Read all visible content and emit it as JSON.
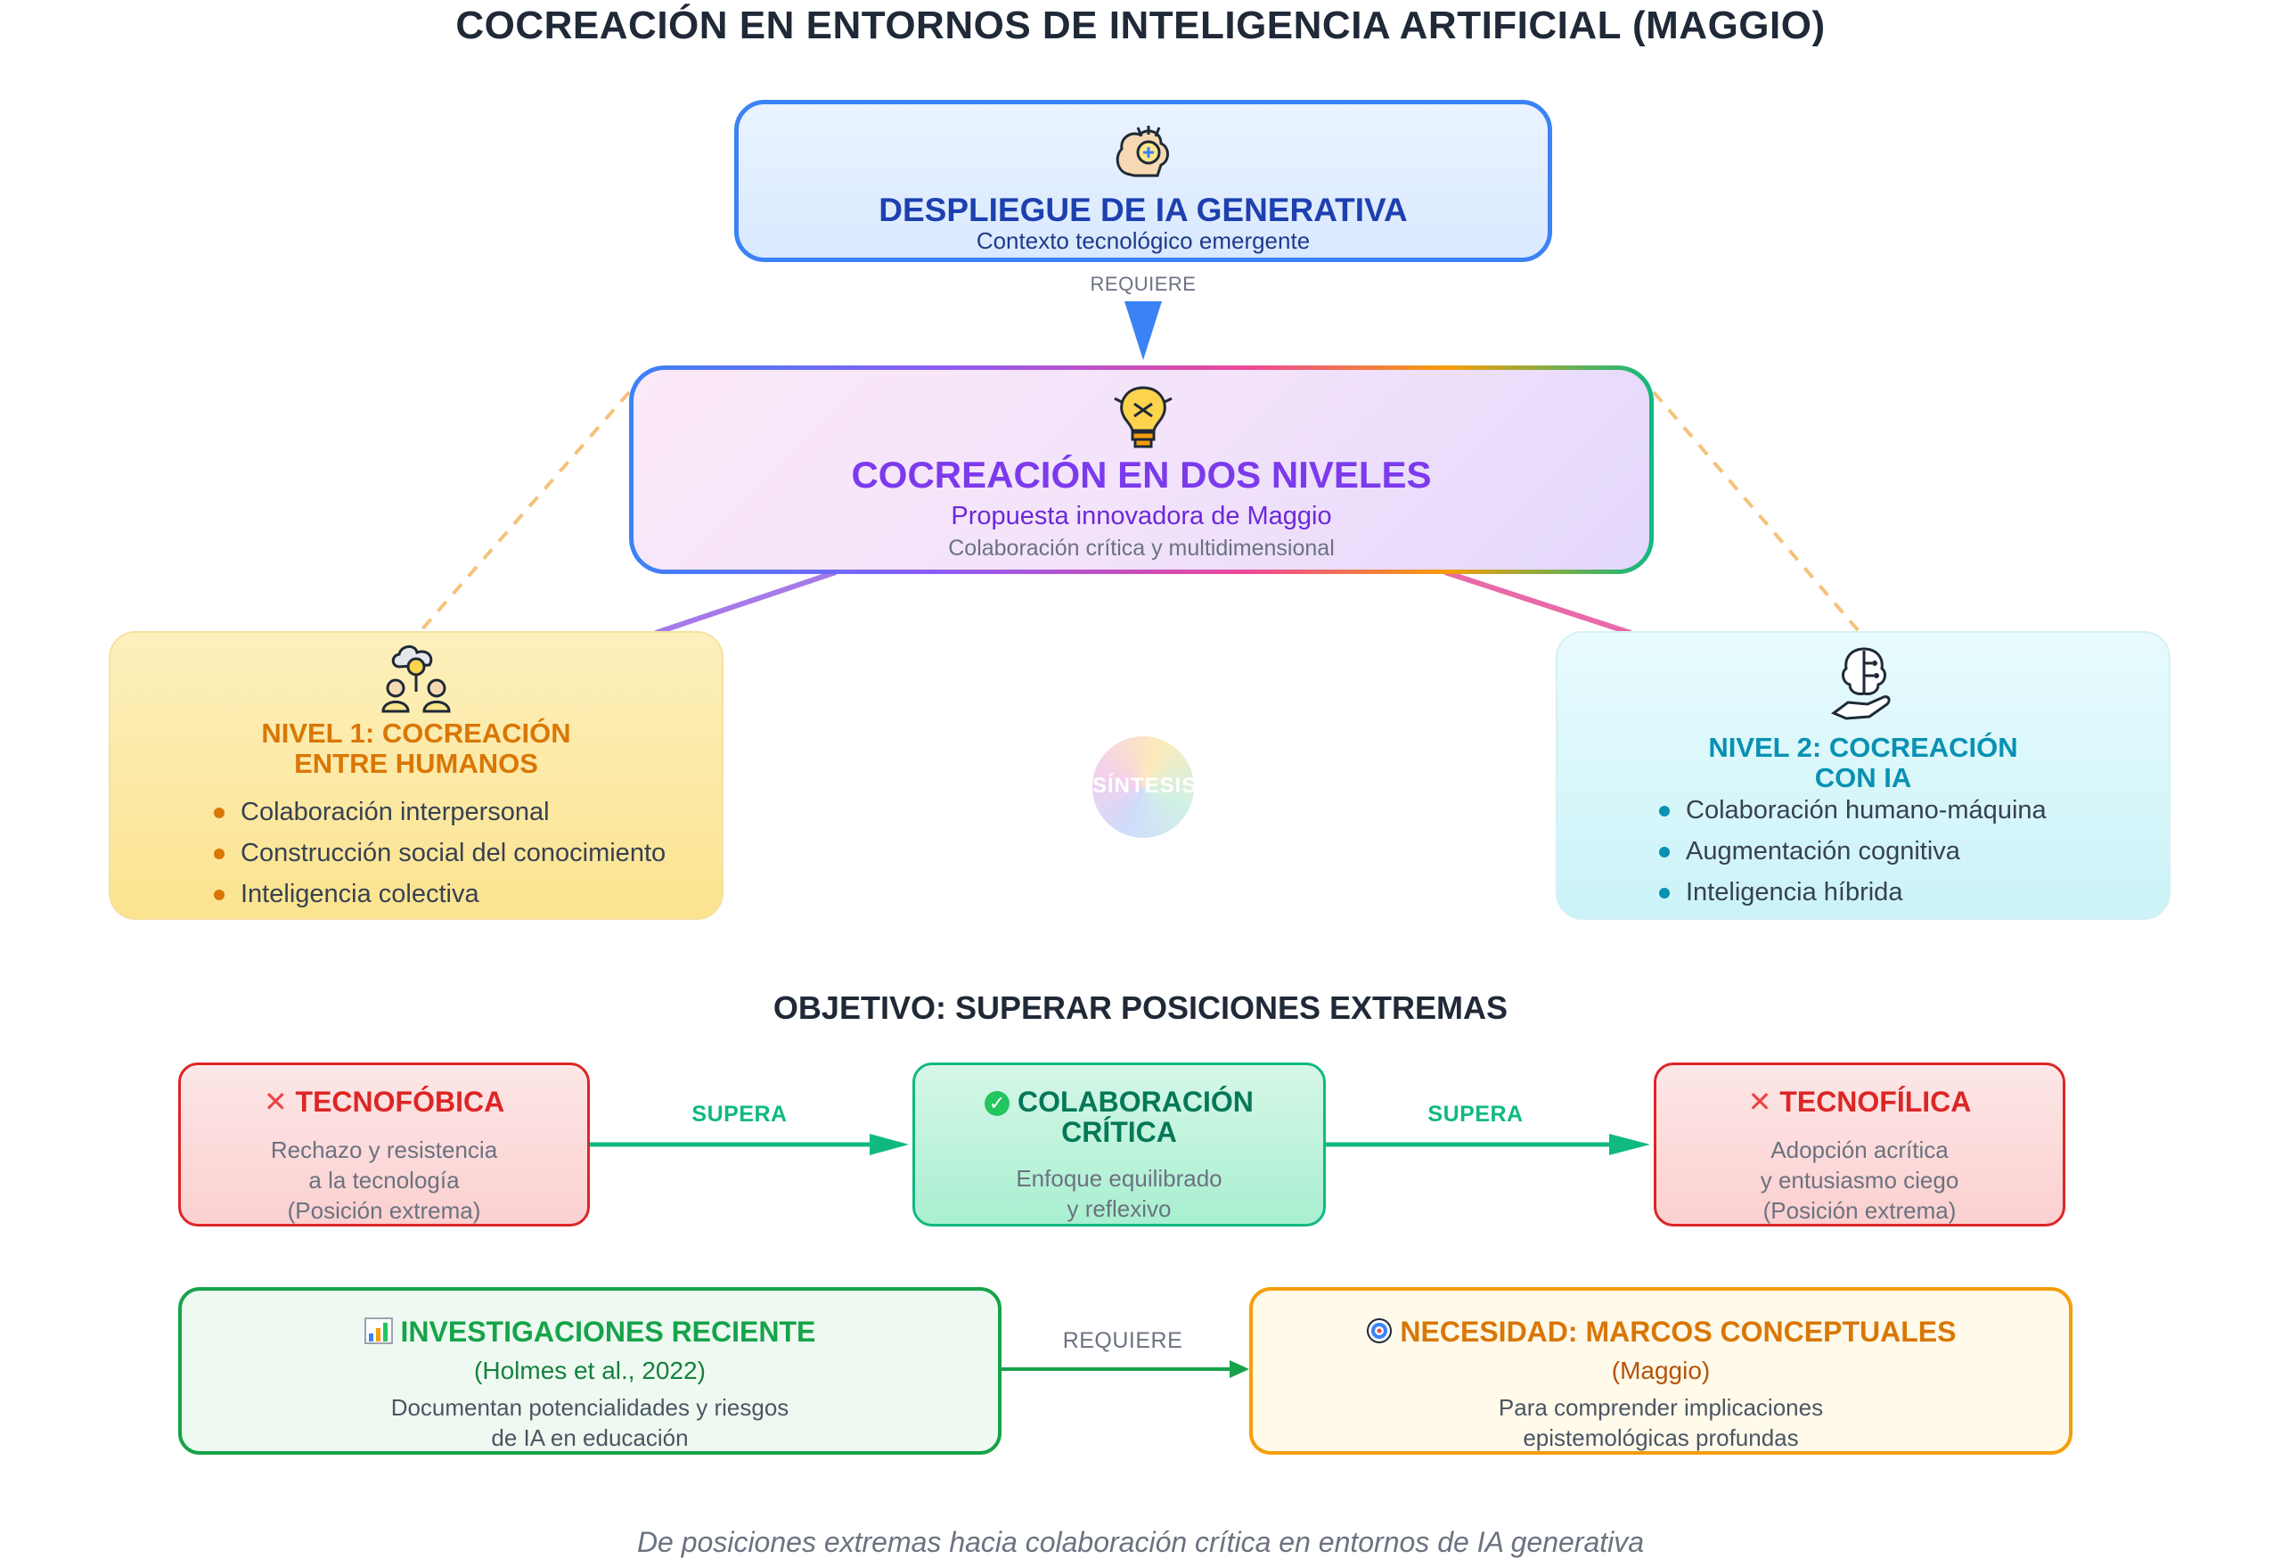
{
  "title": "COCREACIÓN EN ENTORNOS DE INTELIGENCIA ARTIFICIAL (MAGGIO)",
  "deploy": {
    "title": "DESPLIEGUE DE IA GENERATIVA",
    "subtitle": "Contexto tecnológico emergente",
    "icon": "brain-circuit-icon"
  },
  "edge_requiere_top": "REQUIERE",
  "core": {
    "title": "COCREACIÓN EN DOS NIVELES",
    "subtitle": "Propuesta innovadora de Maggio",
    "detail": "Colaboración crítica y multidimensional",
    "icon": "lightbulb-icon"
  },
  "level1": {
    "title_line1": "NIVEL 1: COCREACIÓN",
    "title_line2": "ENTRE HUMANOS",
    "icon": "people-idea-icon",
    "items": [
      "Colaboración interpersonal",
      "Construcción social del conocimiento",
      "Inteligencia colectiva"
    ]
  },
  "level2": {
    "title_line1": "NIVEL 2: COCREACIÓN",
    "title_line2": "CON IA",
    "icon": "ai-hand-icon",
    "items": [
      "Colaboración humano-máquina",
      "Augmentación cognitiva",
      "Inteligencia híbrida"
    ]
  },
  "sintesis": "SÍNTESIS",
  "objective": "OBJETIVO: SUPERAR POSICIONES EXTREMAS",
  "positions": {
    "tecnofobica": {
      "title": "TECNOFÓBICA",
      "line1": "Rechazo y resistencia",
      "line2": "a la tecnología",
      "line3": "(Posición extrema)"
    },
    "colaboracion": {
      "title_line1": "COLABORACIÓN",
      "title_line2": "CRÍTICA",
      "line1": "Enfoque equilibrado",
      "line2": "y reflexivo"
    },
    "tecnofilica": {
      "title": "TECNOFÍLICA",
      "line1": "Adopción acrítica",
      "line2": "y entusiasmo ciego",
      "line3": "(Posición extrema)"
    },
    "supera_left": "SUPERA",
    "supera_right": "SUPERA"
  },
  "research": {
    "title": "INVESTIGACIONES RECIENTE",
    "citation": "(Holmes et al., 2022)",
    "line1": "Documentan potencialidades y riesgos",
    "line2": "de IA en educación",
    "icon": "bar-chart-icon"
  },
  "edge_requiere_bottom": "REQUIERE",
  "need": {
    "title": "NECESIDAD: MARCOS CONCEPTUALES",
    "citation": "(Maggio)",
    "line1": "Para comprender implicaciones",
    "line2": "epistemológicas profundas",
    "icon": "target-icon"
  },
  "footer": "De posiciones extremas hacia colaboración crítica en entornos de IA generativa",
  "colors": {
    "blue": "#3b82f6",
    "purple": "#7c3aed",
    "amber": "#d97706",
    "cyan": "#0891b2",
    "red": "#dc2626",
    "green": "#10b981"
  }
}
